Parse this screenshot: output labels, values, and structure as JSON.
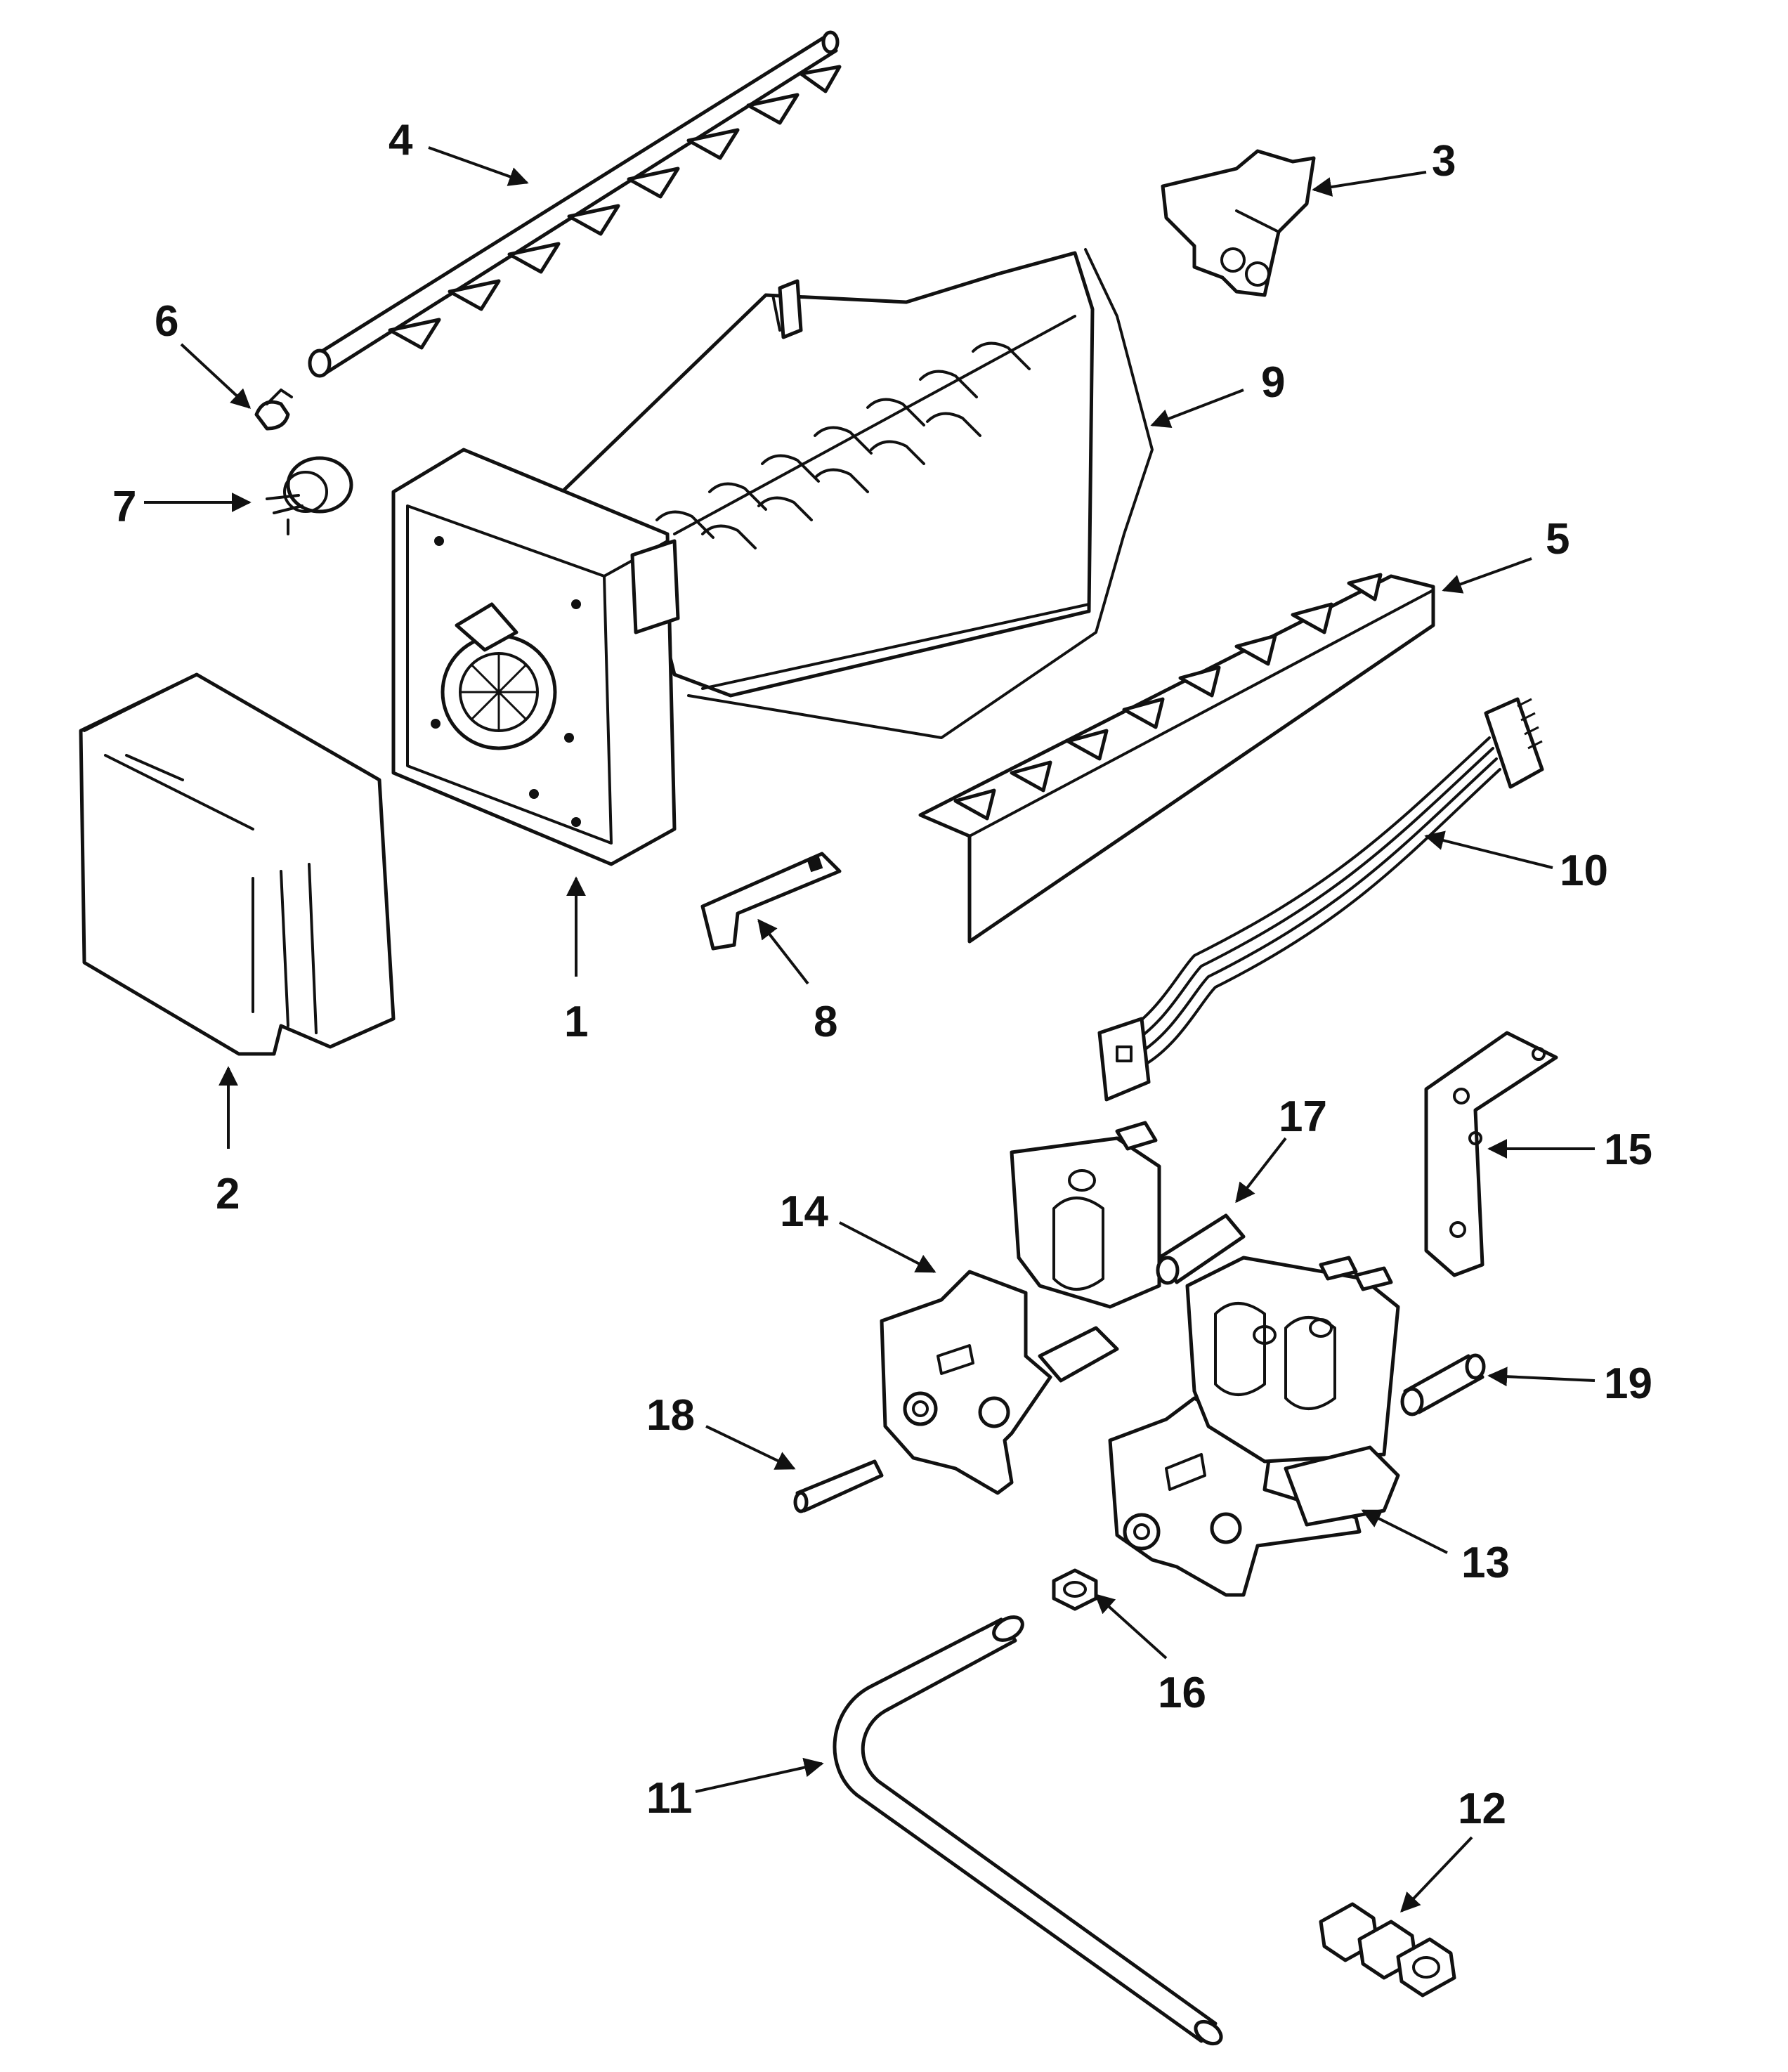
{
  "diagram": {
    "callouts": [
      "1",
      "2",
      "3",
      "4",
      "5",
      "6",
      "7",
      "8",
      "9",
      "10",
      "11",
      "12",
      "13",
      "14",
      "15",
      "16",
      "17",
      "18",
      "19"
    ]
  },
  "colors": {
    "ink": "#111111",
    "paper": "#ffffff"
  }
}
